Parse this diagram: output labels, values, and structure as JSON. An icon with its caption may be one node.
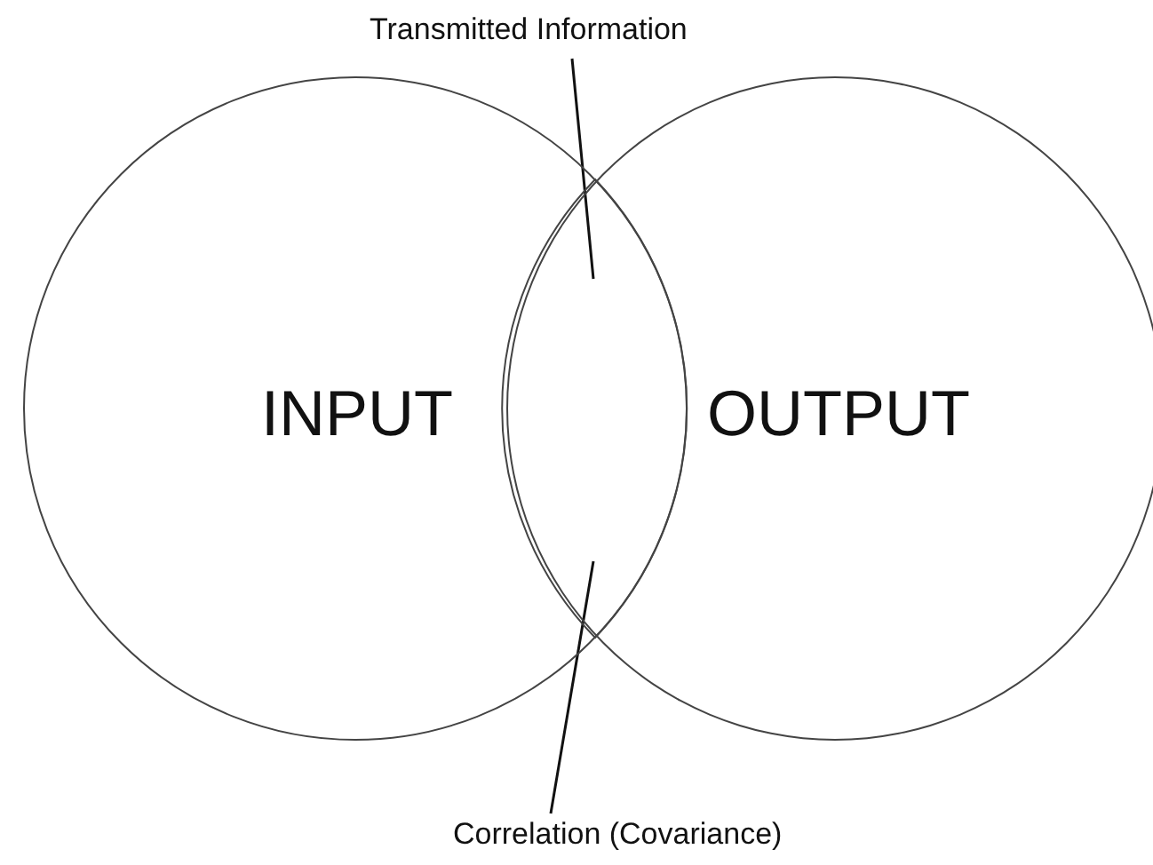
{
  "diagram": {
    "nodes": [
      {
        "text": [
          "INPUT"
        ]
      },
      {
        "text": [
          "OUTPUT"
        ]
      },
      {
        "text": [
          "Transmitted Information"
        ]
      },
      {
        "text": [
          "Correlation (Covariance)"
        ]
      },
      {
        "text": [],
        "shape": "lens"
      }
    ],
    "edges": [
      {
        "from": 2,
        "to": 4,
        "arrow": "none"
      },
      {
        "from": 3,
        "to": 4,
        "arrow": "none"
      }
    ]
  }
}
